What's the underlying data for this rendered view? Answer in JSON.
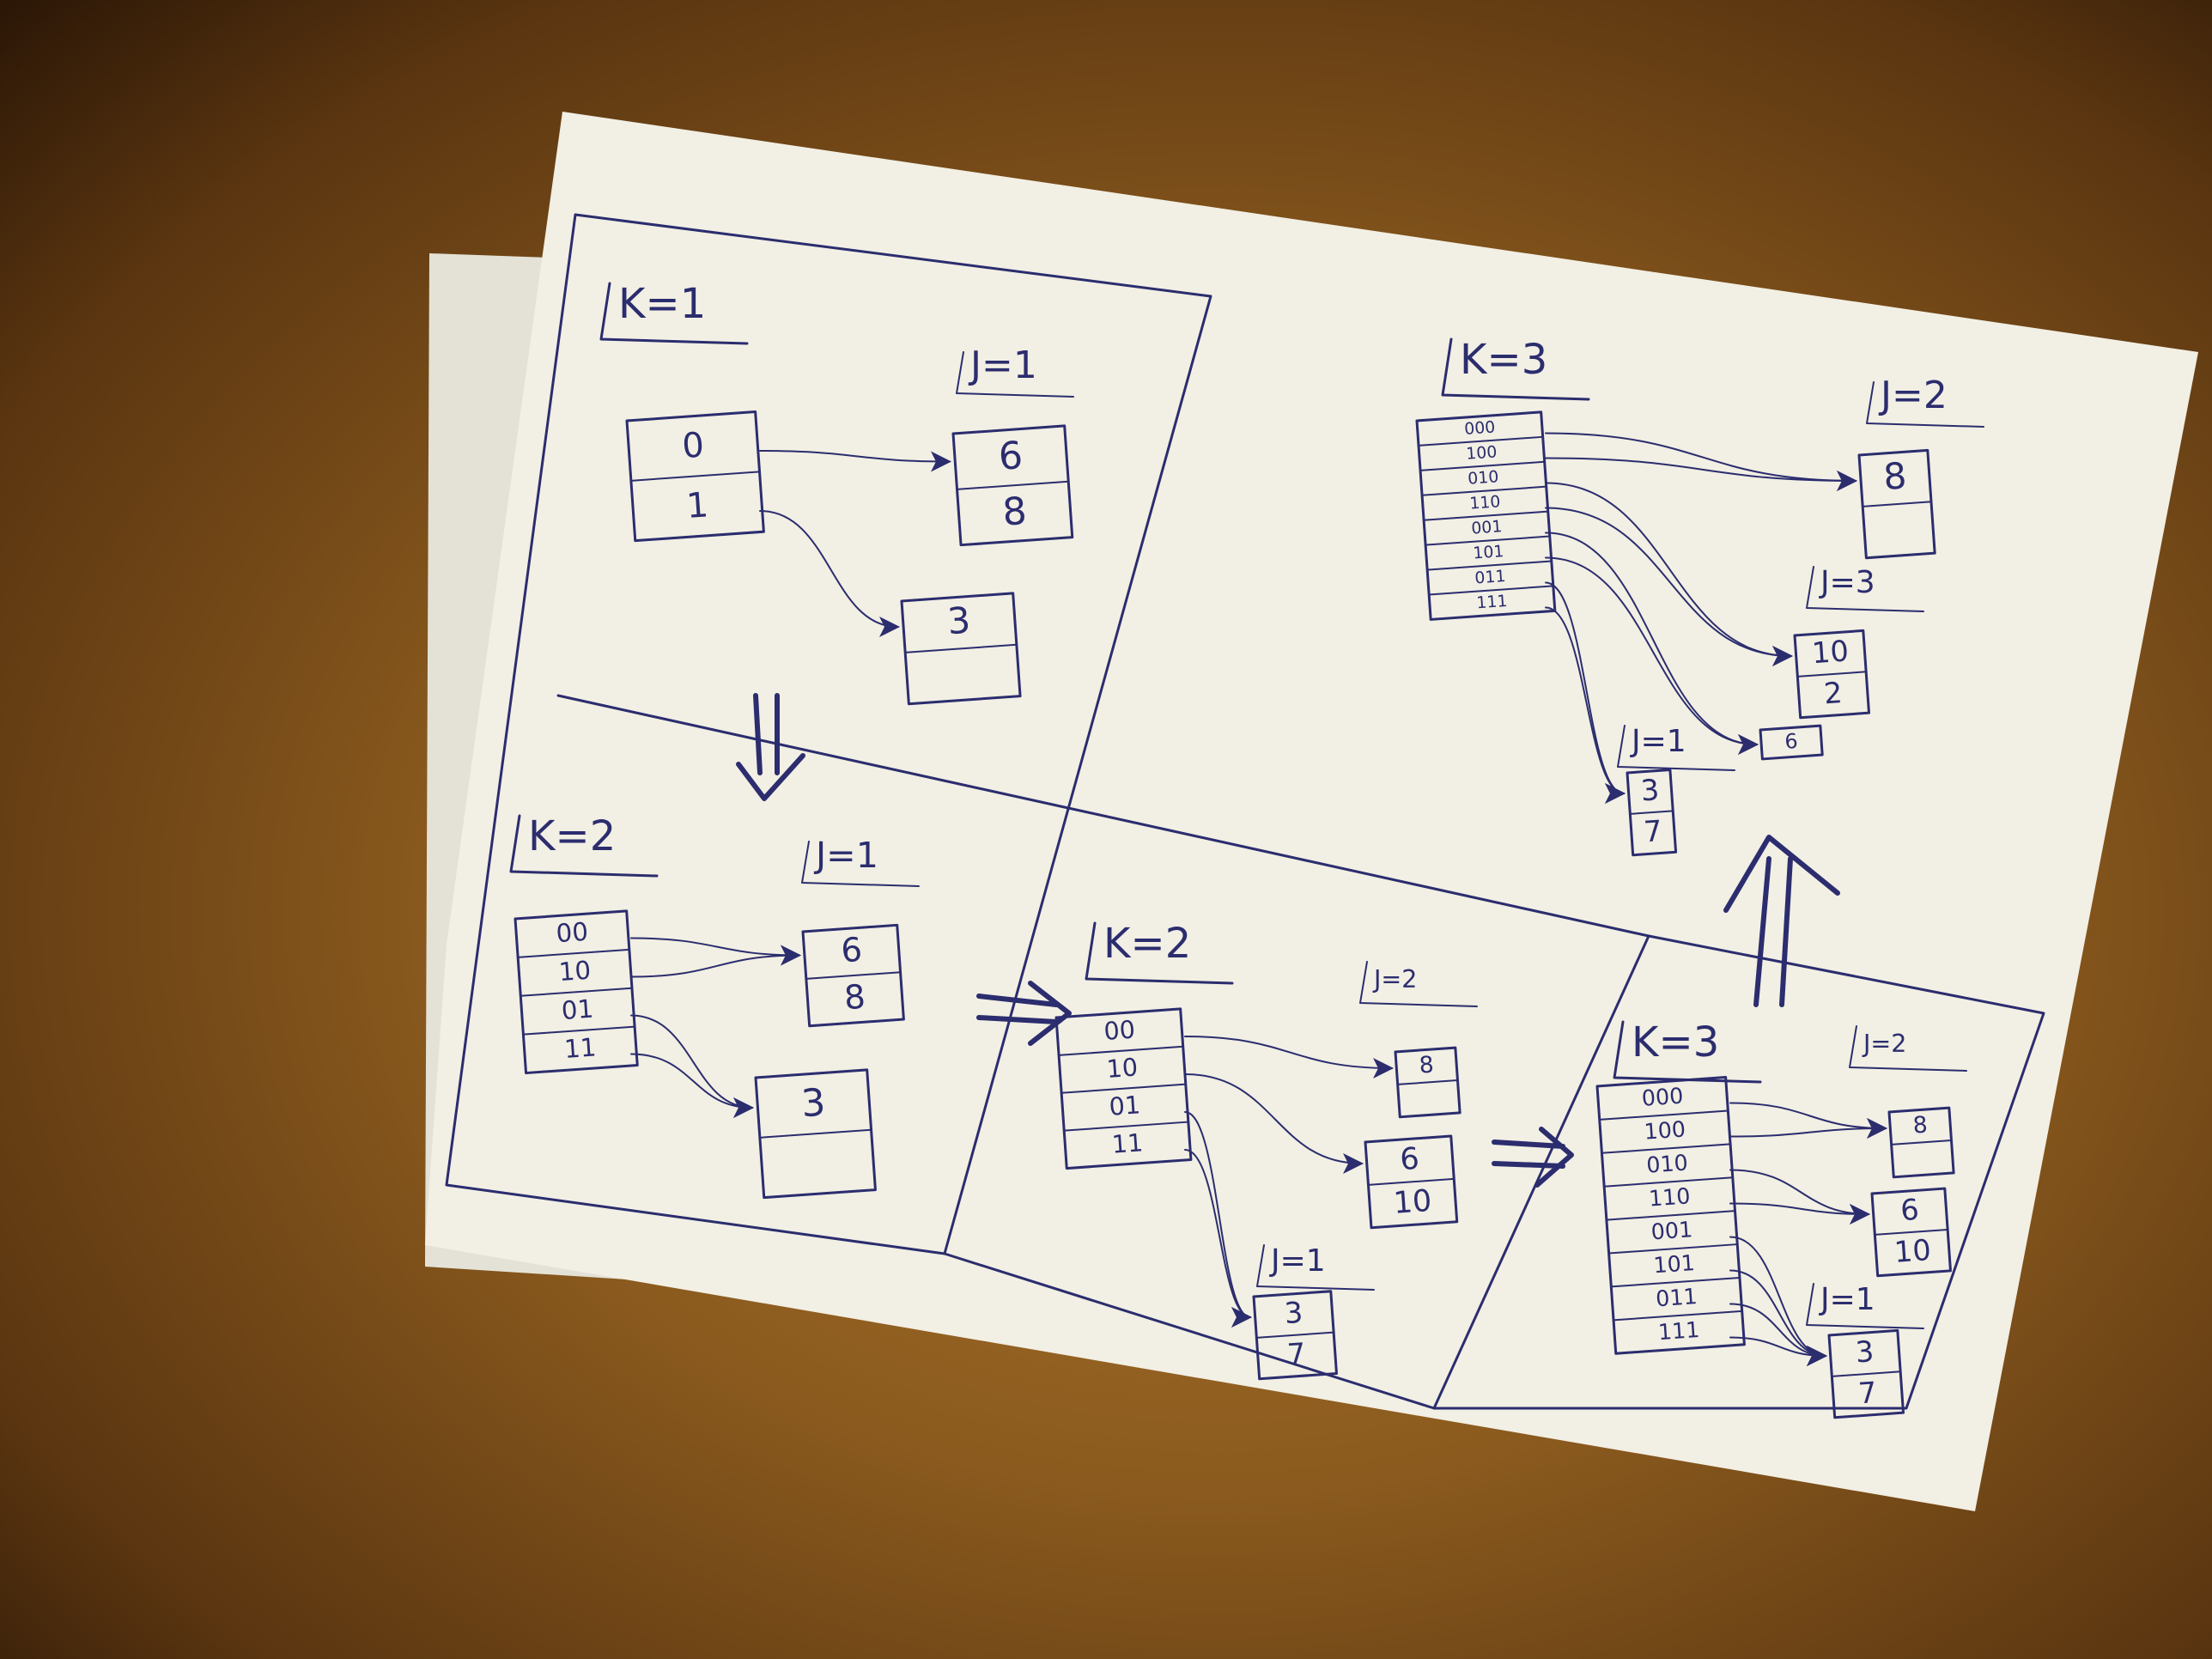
{
  "panels": [
    {
      "k_label": "K=1",
      "directory": [
        "0",
        "1"
      ],
      "buckets": [
        {
          "label": "J=1",
          "values": [
            "6",
            "8"
          ]
        },
        {
          "label": "",
          "values": [
            "3",
            ""
          ]
        }
      ]
    },
    {
      "k_label": "K=2",
      "directory": [
        "00",
        "10",
        "01",
        "11"
      ],
      "buckets": [
        {
          "label": "J=1",
          "values": [
            "6",
            "8"
          ]
        },
        {
          "label": "",
          "values": [
            "3",
            ""
          ]
        }
      ]
    },
    {
      "k_label": "K=2",
      "directory": [
        "00",
        "10",
        "01",
        "11"
      ],
      "buckets": [
        {
          "label": "J=2",
          "values": [
            "8",
            ""
          ]
        },
        {
          "label": "",
          "values": [
            "6",
            "10"
          ]
        },
        {
          "label": "J=1",
          "values": [
            "3",
            "7"
          ]
        }
      ]
    },
    {
      "k_label": "K=3",
      "directory": [
        "000",
        "100",
        "010",
        "110",
        "001",
        "101",
        "011",
        "111"
      ],
      "buckets": [
        {
          "label": "J=2",
          "values": [
            "8",
            ""
          ]
        },
        {
          "label": "",
          "values": [
            "6",
            "10"
          ]
        },
        {
          "label": "J=1",
          "values": [
            "3",
            "7"
          ]
        }
      ]
    },
    {
      "k_label": "K=3",
      "directory": [
        "000",
        "100",
        "010",
        "110",
        "001",
        "101",
        "011",
        "111"
      ],
      "buckets": [
        {
          "label": "J=2",
          "values": [
            "8",
            ""
          ]
        },
        {
          "label": "J=3",
          "values": [
            "10",
            "2"
          ]
        },
        {
          "label": "",
          "values": [
            "6"
          ]
        },
        {
          "label": "J=1",
          "values": [
            "3",
            "7"
          ]
        }
      ]
    }
  ],
  "colors": {
    "ink": "#2b2d6e",
    "paper": "#f2efe4",
    "desk": "#8a5a1e"
  }
}
